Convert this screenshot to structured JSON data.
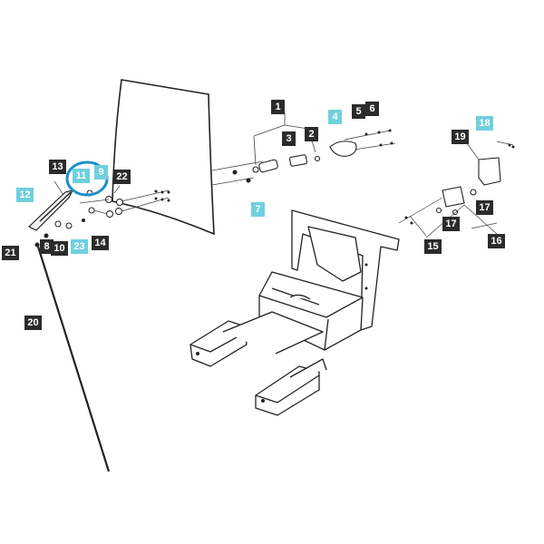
{
  "part_labels": {
    "p1": "1",
    "p2": "2",
    "p3": "3",
    "p4": "4",
    "p5": "5",
    "p6": "6",
    "p7": "7",
    "p8": "8",
    "p9": "9",
    "p10": "10",
    "p11": "11",
    "p12": "12",
    "p13": "13",
    "p14": "14",
    "p15": "15",
    "p16": "16",
    "p17a": "17",
    "p17b": "17",
    "p18": "18",
    "p19": "19",
    "p20": "20",
    "p21": "21",
    "p22": "22",
    "p23": "23"
  },
  "colors": {
    "label_dark": "#2b2b2b",
    "label_highlight": "#6fd0dd",
    "highlight_circle": "#1b8fc7",
    "line": "#222222"
  }
}
